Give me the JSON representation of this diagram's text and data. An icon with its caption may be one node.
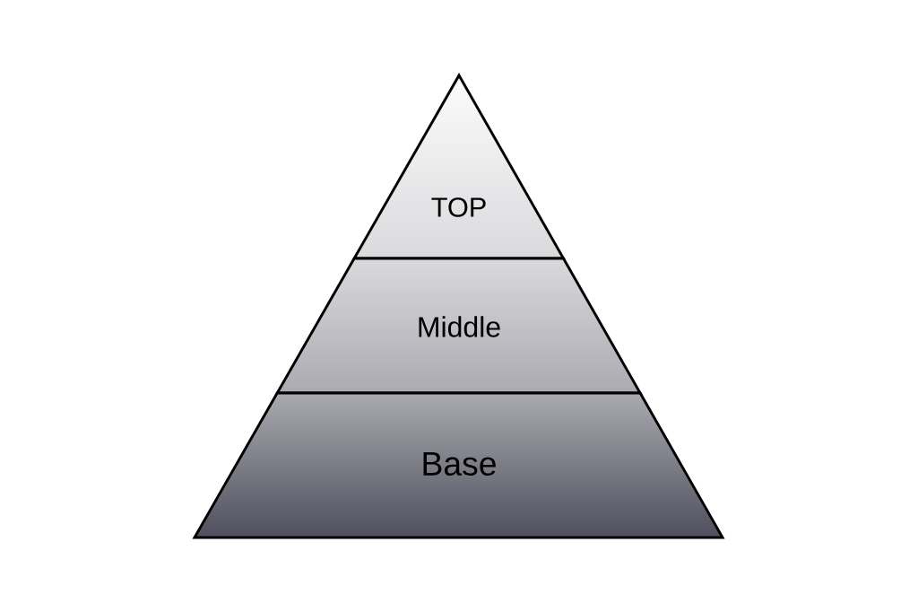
{
  "diagram": {
    "nodes": [
      {
        "text": [
          "TOP"
        ]
      },
      {
        "text": [
          "Middle"
        ]
      },
      {
        "text": [
          "Base"
        ]
      }
    ]
  }
}
